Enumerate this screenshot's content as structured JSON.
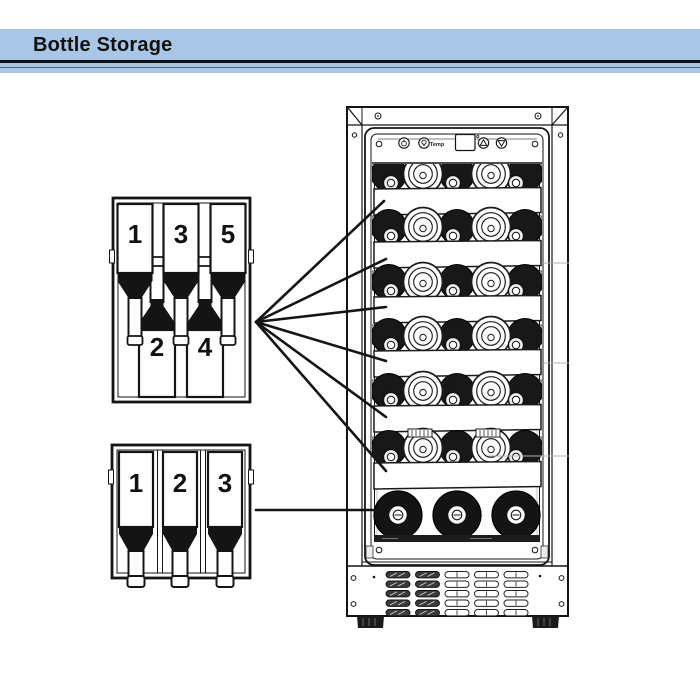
{
  "header": {
    "title": "Bottle Storage",
    "bar_color": "#a8c6e5",
    "rule_color": "#101010"
  },
  "top_rack": {
    "name": "five-bottle alternating shelf layout",
    "bottles": [
      {
        "label": "1",
        "orientation": "neck-down"
      },
      {
        "label": "2",
        "orientation": "neck-up"
      },
      {
        "label": "3",
        "orientation": "neck-down"
      },
      {
        "label": "4",
        "orientation": "neck-up"
      },
      {
        "label": "5",
        "orientation": "neck-down"
      }
    ]
  },
  "bottom_rack": {
    "name": "three-bottle standing layout",
    "bottles": [
      {
        "label": "1",
        "orientation": "neck-down"
      },
      {
        "label": "2",
        "orientation": "neck-down"
      },
      {
        "label": "3",
        "orientation": "neck-down"
      }
    ]
  },
  "cooler": {
    "control_panel": {
      "temp_label": "Temp",
      "display_value": "",
      "buttons": [
        "power-icon",
        "light-icon",
        "temp-up-icon",
        "temp-down-icon"
      ]
    },
    "shelf_count": 6,
    "bottles_per_shelf": 5,
    "bottom_row_bottles": 3,
    "line_color": "#141414"
  },
  "connectors": {
    "fan_lines_to_shelves": 6,
    "line_to_bottom_row": 1
  }
}
